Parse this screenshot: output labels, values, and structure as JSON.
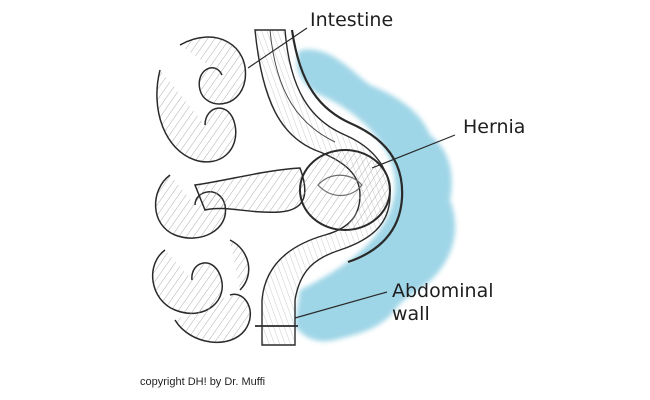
{
  "labels": {
    "intestine": "Intestine",
    "hernia": "Hernia",
    "abdominal_wall_line1": "Abdominal",
    "abdominal_wall_line2": "wall"
  },
  "copyright": "copyright DH! by Dr. Muffi",
  "colors": {
    "watercolor": "#8fcfe3",
    "ink": "#2a2a2a",
    "shade": "#6e6e6e"
  }
}
